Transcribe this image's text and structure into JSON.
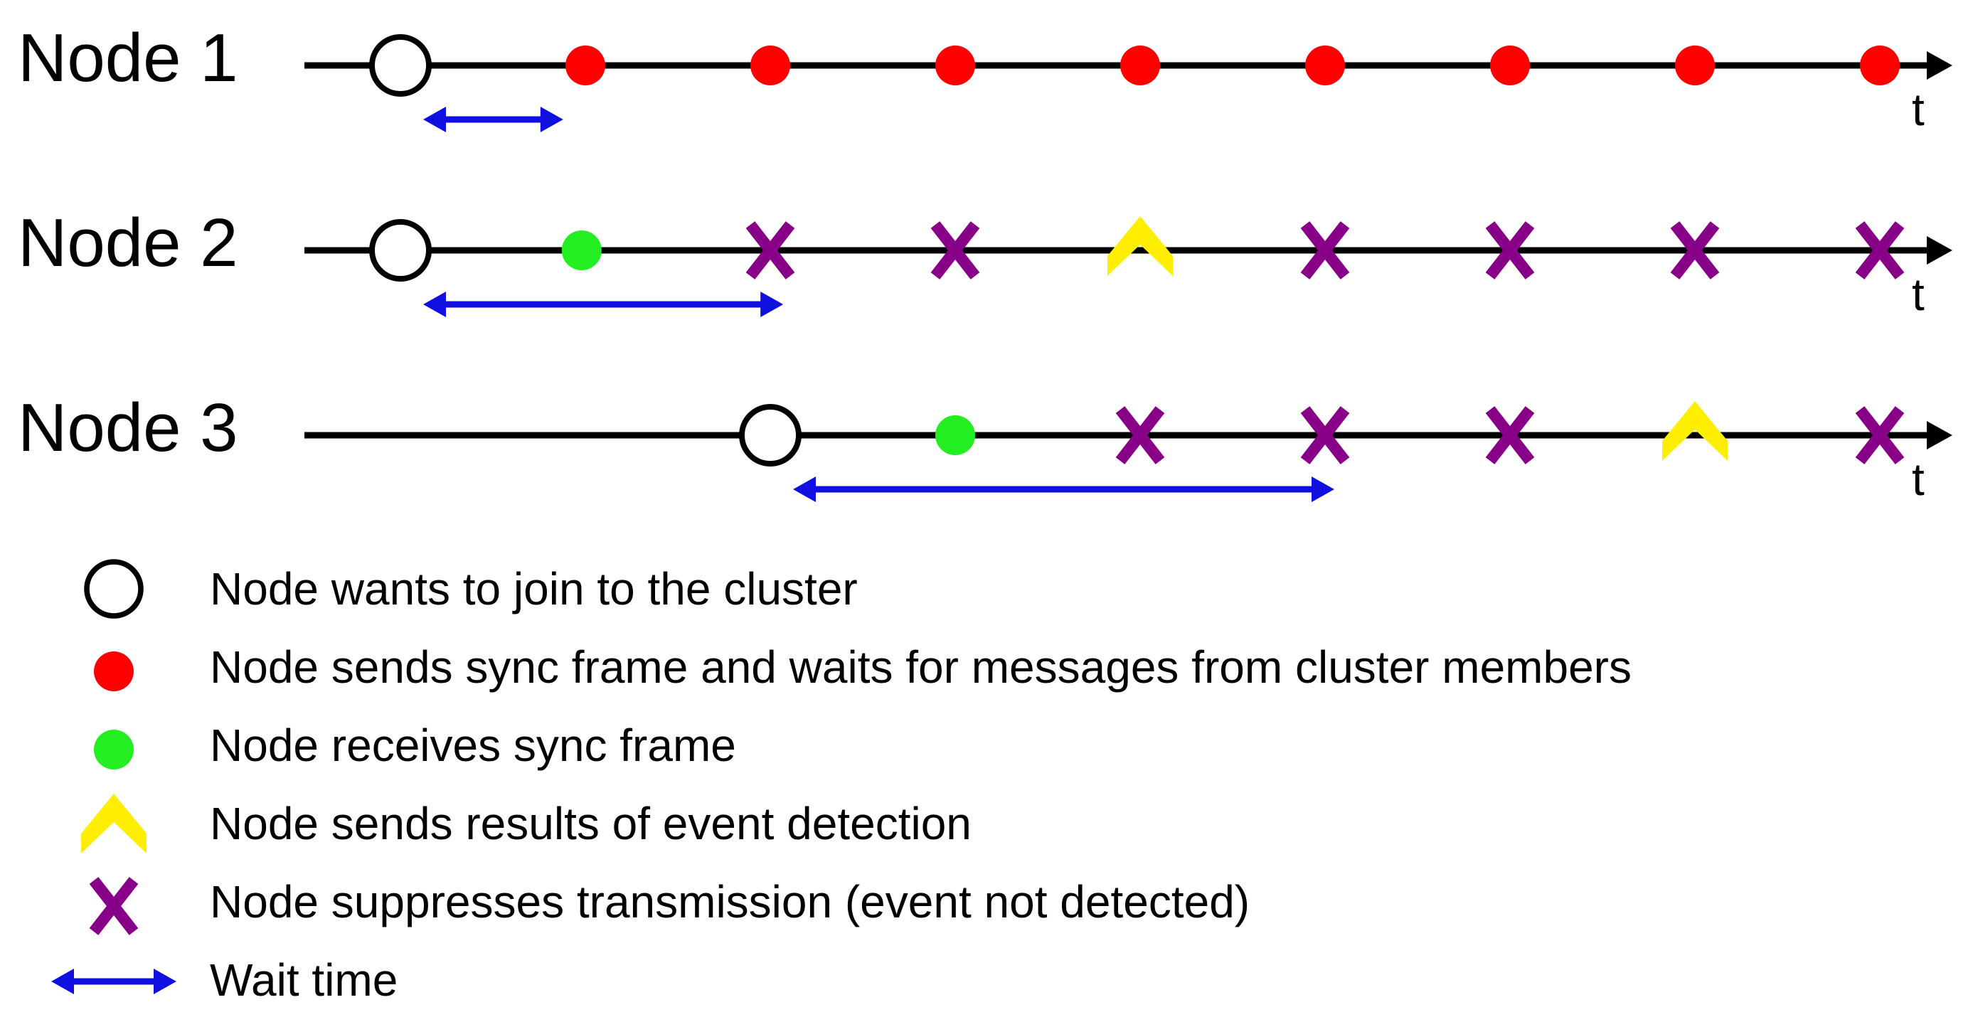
{
  "colors": {
    "axis": "#000000",
    "join": "#000000",
    "sync_send": "#ff0000",
    "sync_receive": "#22ee22",
    "send_results": "#ffee00",
    "suppress": "#880088",
    "wait": "#1010e0"
  },
  "timelines": [
    {
      "label": "Node 1",
      "axis_label": "t",
      "events": [
        {
          "slot": 0,
          "type": "join"
        },
        {
          "slot": 1,
          "type": "sync_send"
        },
        {
          "slot": 2,
          "type": "sync_send"
        },
        {
          "slot": 3,
          "type": "sync_send"
        },
        {
          "slot": 4,
          "type": "sync_send"
        },
        {
          "slot": 5,
          "type": "sync_send"
        },
        {
          "slot": 6,
          "type": "sync_send"
        },
        {
          "slot": 7,
          "type": "sync_send"
        },
        {
          "slot": 8,
          "type": "sync_send"
        }
      ],
      "wait": {
        "from_slot": 0.2,
        "to_slot": 0.88
      }
    },
    {
      "label": "Node 2",
      "axis_label": "t",
      "events": [
        {
          "slot": 0,
          "type": "join"
        },
        {
          "slot": 0.98,
          "type": "sync_receive"
        },
        {
          "slot": 2,
          "type": "suppress"
        },
        {
          "slot": 3,
          "type": "suppress"
        },
        {
          "slot": 4,
          "type": "send_results"
        },
        {
          "slot": 5,
          "type": "suppress"
        },
        {
          "slot": 6,
          "type": "suppress"
        },
        {
          "slot": 7,
          "type": "suppress"
        },
        {
          "slot": 8,
          "type": "suppress"
        }
      ],
      "wait": {
        "from_slot": 0.2,
        "to_slot": 2.07
      }
    },
    {
      "label": "Node 3",
      "axis_label": "t",
      "events": [
        {
          "slot": 2,
          "type": "join"
        },
        {
          "slot": 3,
          "type": "sync_receive"
        },
        {
          "slot": 4,
          "type": "suppress"
        },
        {
          "slot": 5,
          "type": "suppress"
        },
        {
          "slot": 6,
          "type": "suppress"
        },
        {
          "slot": 7,
          "type": "send_results"
        },
        {
          "slot": 8,
          "type": "suppress"
        }
      ],
      "wait": {
        "from_slot": 2.2,
        "to_slot": 5.05
      }
    }
  ],
  "legend": [
    {
      "type": "join",
      "text": "Node wants to join to the cluster"
    },
    {
      "type": "sync_send",
      "text": "Node sends sync frame and waits for messages from cluster members"
    },
    {
      "type": "sync_receive",
      "text": "Node receives sync frame"
    },
    {
      "type": "send_results",
      "text": "Node sends results of event detection"
    },
    {
      "type": "suppress",
      "text": "Node suppresses transmission (event not detected)"
    },
    {
      "type": "wait",
      "text": "Wait time"
    }
  ]
}
